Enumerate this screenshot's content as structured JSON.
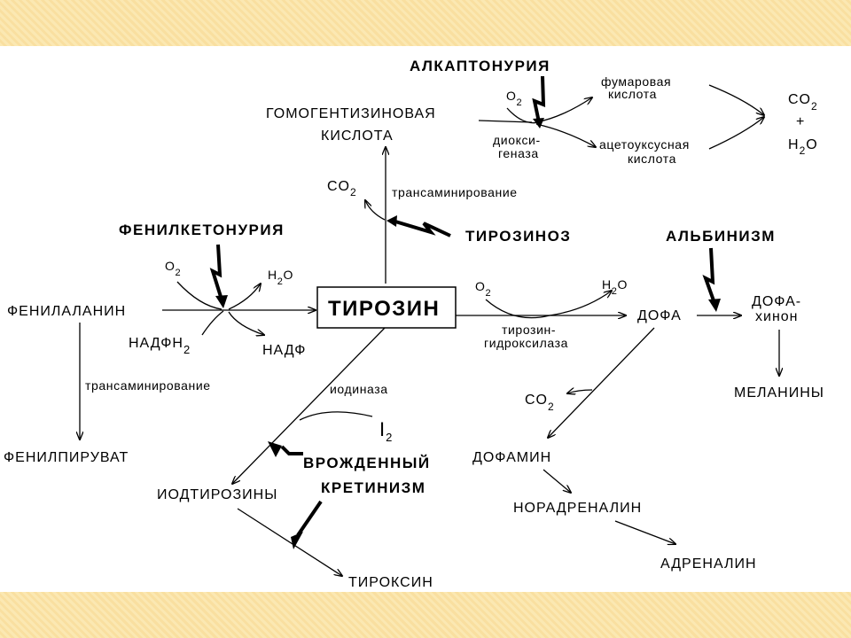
{
  "diagram": {
    "nodes": {
      "homogentisic_acid_1": "ГОМОГЕНТИЗИНОВАЯ",
      "homogentisic_acid_2": "КИСЛОТА",
      "fumaric_1": "фумаровая",
      "fumaric_2": "кислота",
      "acetoacetic_1": "ацетоуксусная",
      "acetoacetic_2": "кислота",
      "dioxygenase_1": "диокси-",
      "dioxygenase_2": "геназа",
      "co2_h2o_top_co": "CO",
      "co2_h2o_top_plus": "+",
      "co2_h2o_top_h": "H",
      "co2_h2o_top_o": "O",
      "phenylalanine": "ФЕНИЛАЛАНИН",
      "tyrosine": "ТИРОЗИН",
      "nadph2": "НАДФН",
      "nadp": "НАДФ",
      "phenylpyruvate": "ФЕНИЛПИРУВАТ",
      "transamination": "трансаминирование",
      "dopa": "ДОФА",
      "dopaquinone_1": "ДОФА-",
      "dopaquinone_2": "хинон",
      "melanins": "МЕЛАНИНЫ",
      "tyrosine_hydroxylase_1": "тирозин-",
      "tyrosine_hydroxylase_2": "гидроксилаза",
      "dopamine": "ДОФАМИН",
      "noradrenaline": "НОРАДРЕНАЛИН",
      "adrenaline": "АДРЕНАЛИН",
      "iodinase": "иодиназа",
      "iodine": "I",
      "iodotyrosines": "ИОДТИРОЗИНЫ",
      "thyroxine": "ТИРОКСИН",
      "o2": "O",
      "h2o_h": "H",
      "h2o_o": "O",
      "co": "CO",
      "sub2": "2"
    },
    "diseases": {
      "alkaptonuria": "АЛКАПТОНУРИЯ",
      "phenylketonuria": "ФЕНИЛКЕТОНУРИЯ",
      "tyrosinosis": "ТИРОЗИНОЗ",
      "albinism": "АЛЬБИНИЗМ",
      "cretinism_1": "ВРОЖДЕННЫЙ",
      "cretinism_2": "КРЕТИНИЗМ"
    }
  }
}
